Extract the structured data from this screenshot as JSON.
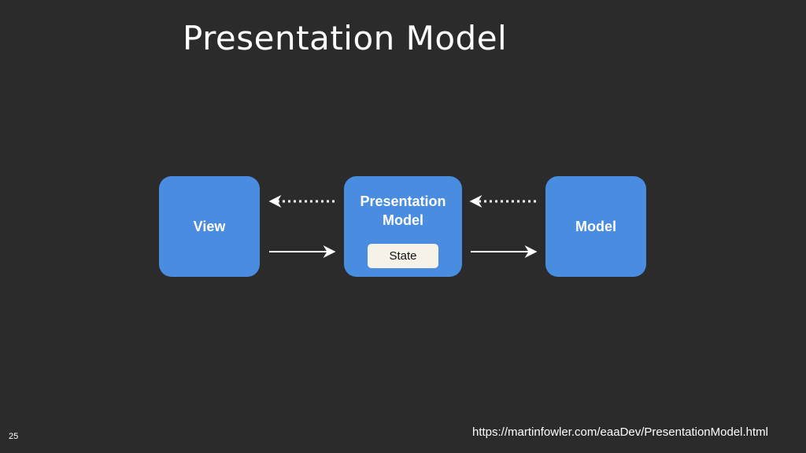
{
  "slide": {
    "title": "Presentation Model",
    "page_number": "25",
    "source_url": "https://martinfowler.com/eaaDev/PresentationModel.html"
  },
  "diagram": {
    "nodes": {
      "view": {
        "label": "View"
      },
      "presentation_model": {
        "label_line1": "Presentation",
        "label_line2": "Model",
        "inner_label": "State"
      },
      "model": {
        "label": "Model"
      }
    },
    "edges": [
      {
        "from": "presentation_model",
        "to": "view",
        "style": "dotted"
      },
      {
        "from": "view",
        "to": "presentation_model",
        "style": "solid"
      },
      {
        "from": "model",
        "to": "presentation_model",
        "style": "dotted"
      },
      {
        "from": "presentation_model",
        "to": "model",
        "style": "solid"
      }
    ]
  },
  "colors": {
    "background": "#2b2b2b",
    "box": "#4a8de0",
    "state_chip": "#f6f2e8",
    "text": "#ffffff"
  }
}
